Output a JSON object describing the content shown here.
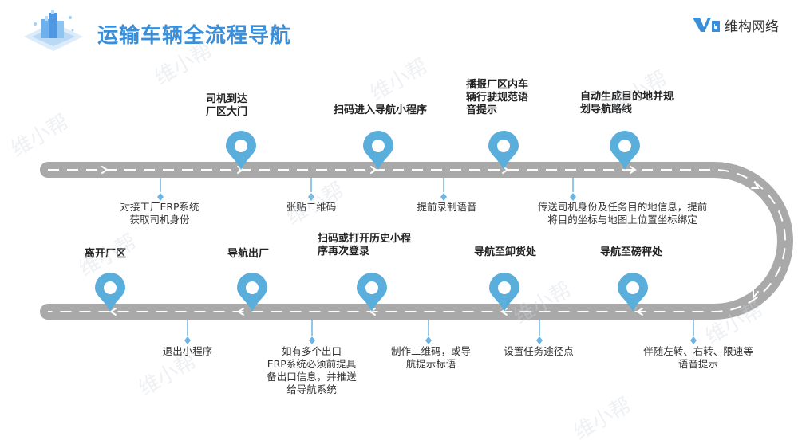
{
  "title": "运输车辆全流程导航",
  "brand": {
    "logo_mark": "VG",
    "name": "维构网络"
  },
  "watermark": "维小帮",
  "colors": {
    "title": "#3b8fd9",
    "pin": "#5aaedc",
    "road": "#a9a9a9",
    "connector": "#6cb6e3"
  },
  "top_steps": [
    {
      "label": "司机到达\n厂区大门"
    },
    {
      "label": "扫码进入导航小程序"
    },
    {
      "label": "播报厂区内车\n辆行驶规范语\n音提示"
    },
    {
      "label": "自动生成目的地并规\n划导航路线"
    }
  ],
  "top_notes": [
    {
      "text": "对接工厂ERP系统\n获取司机身份"
    },
    {
      "text": "张贴二维码"
    },
    {
      "text": "提前录制语音"
    },
    {
      "text": "传送司机身份及任务目的地信息，提前\n将目的坐标与地图上位置坐标绑定"
    }
  ],
  "bottom_steps": [
    {
      "label": "离开厂区"
    },
    {
      "label": "导航出厂"
    },
    {
      "label": "扫码或打开历史小程\n序再次登录"
    },
    {
      "label": "导航至卸货处"
    },
    {
      "label": "导航至磅秤处"
    }
  ],
  "bottom_notes": [
    {
      "text": "退出小程序"
    },
    {
      "text": "如有多个出口\nERP系统必须前提具\n备出口信息，并推送\n给导航系统"
    },
    {
      "text": "制作二维码，或导\n航提示标语"
    },
    {
      "text": "设置任务途径点"
    },
    {
      "text": "伴随左转、右转、限速等\n语音提示"
    }
  ]
}
